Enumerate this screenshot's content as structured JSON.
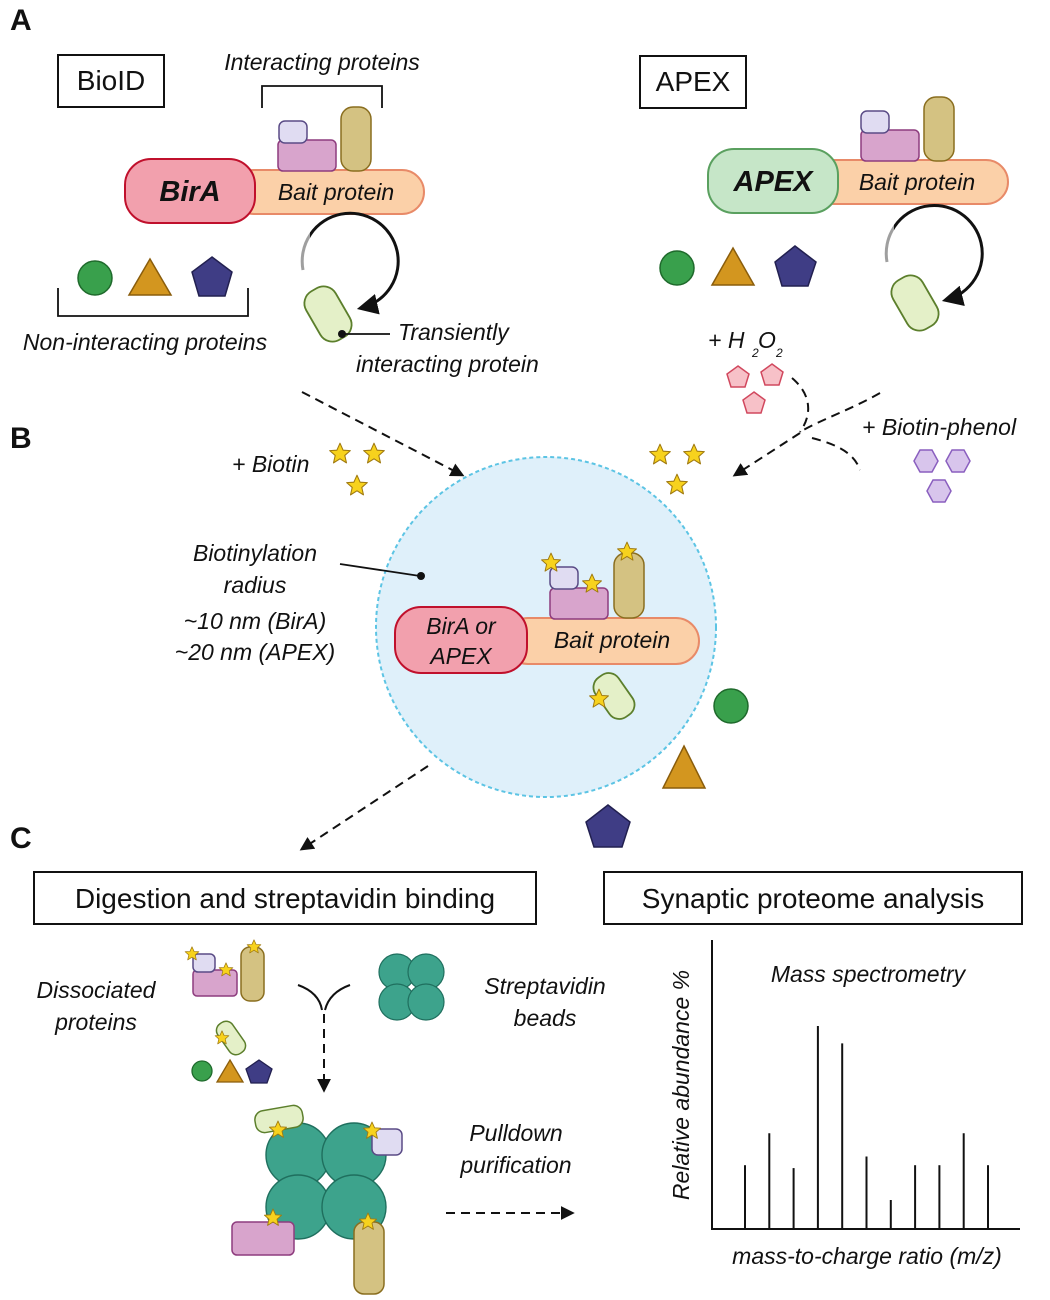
{
  "panels": {
    "a": "A",
    "b": "B",
    "c": "C"
  },
  "panel_a": {
    "bioid_label": "BioID",
    "apex_label": "APEX",
    "interacting_proteins": "Interacting proteins",
    "bira": "BirA",
    "apex": "APEX",
    "bait_protein": "Bait protein",
    "non_interacting": "Non-interacting proteins",
    "transient_line1": "Transiently",
    "transient_line2": "interacting protein"
  },
  "panel_b": {
    "h2o2_plus": "+ H",
    "h2o2_o": "O",
    "h2o2_sub1": "2",
    "h2o2_sub2": "2",
    "biotin_phenol": "+ Biotin-phenol",
    "biotin": "+ Biotin",
    "radius_line1": "Biotinylation",
    "radius_line2": "radius",
    "radius_line3": "~10 nm (BirA)",
    "radius_line4": "~20 nm (APEX)",
    "enzyme_line1": "BirA or",
    "enzyme_line2": "APEX",
    "bait_protein": "Bait protein"
  },
  "panel_c": {
    "digestion_title": "Digestion and streptavidin binding",
    "synaptic_title": "Synaptic proteome analysis",
    "dissociated_line1": "Dissociated",
    "dissociated_line2": "proteins",
    "beads_line1": "Streptavidin",
    "beads_line2": "beads",
    "pulldown_line1": "Pulldown",
    "pulldown_line2": "purification"
  },
  "colors": {
    "bira_fill": "#f2a0ad",
    "bira_stroke": "#c0102c",
    "apex_fill": "#c6e6c8",
    "apex_stroke": "#5aa05f",
    "bait_fill": "#fbd0a8",
    "bait_stroke": "#e88a68",
    "lavender": "#e0dcf2",
    "pink_protein": "#d8a4cc",
    "tan_protein": "#d4c282",
    "transient": "#e4f0c8",
    "green_circle": "#39a04c",
    "orange_triangle": "#d3961f",
    "navy_pentagon": "#3f3d85",
    "streptavidin": "#3da38c",
    "radius_fill": "#dff0fa",
    "radius_stroke": "#5cc4e4",
    "star": "#f7d21d"
  },
  "chart_data": {
    "type": "bar",
    "title": "Mass spectrometry",
    "xlabel": "mass-to-charge ratio (m/z)",
    "ylabel": "Relative abundance %",
    "x": [
      1,
      2,
      3,
      4,
      5,
      6,
      7,
      8,
      9,
      10,
      11
    ],
    "values": [
      22,
      33,
      21,
      70,
      64,
      25,
      10,
      22,
      22,
      33,
      22
    ],
    "ylim": [
      0,
      100
    ],
    "grid": false
  }
}
